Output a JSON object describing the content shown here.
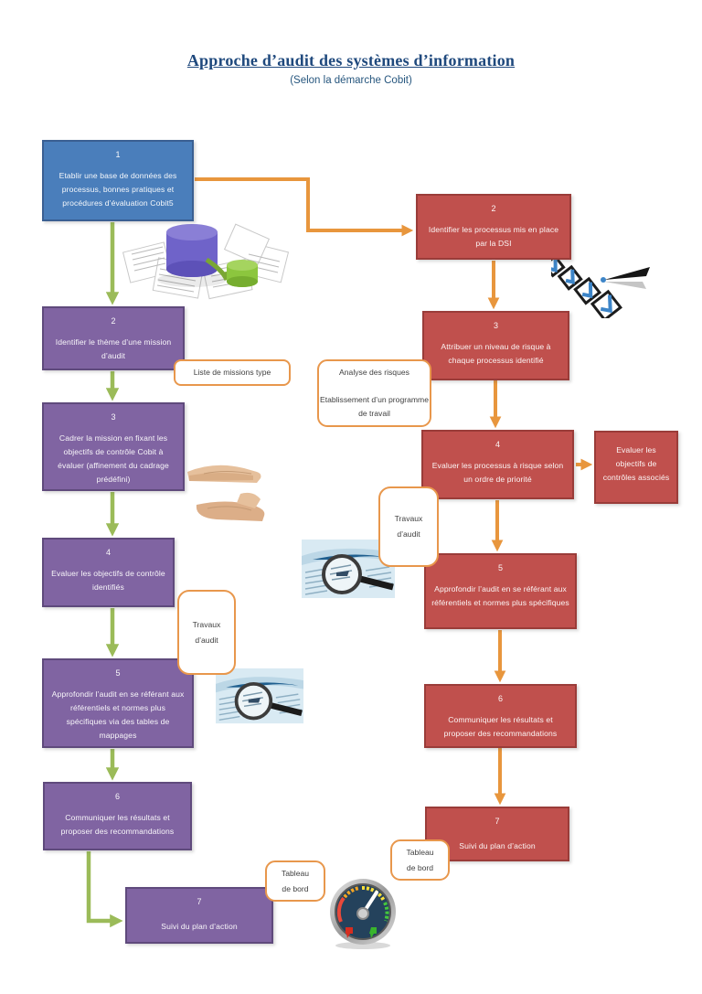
{
  "title": "Approche d’audit des systèmes d’information",
  "subtitle": "(Selon la démarche Cobit)",
  "left_flow": [
    {
      "num": "1",
      "text": "Etablir une base de données des processus, bonnes pratiques et procédures d’évaluation Cobit5"
    },
    {
      "num": "2",
      "text": "Identifier le thème d’une mission d’audit"
    },
    {
      "num": "3",
      "text": "Cadrer la mission en fixant les objectifs de contrôle Cobit à évaluer (affinement du cadrage prédéfini)"
    },
    {
      "num": "4",
      "text": "Evaluer les objectifs de contrôle identifiés"
    },
    {
      "num": "5",
      "text": "Approfondir l’audit en se référant aux référentiels et normes plus spécifiques via des tables de mappages"
    },
    {
      "num": "6",
      "text": "Communiquer les résultats et proposer des recommandations"
    },
    {
      "num": "7",
      "text": "Suivi du plan d’action"
    }
  ],
  "right_flow": [
    {
      "num": "2",
      "text": "Identifier les processus mis en place par la DSI"
    },
    {
      "num": "3",
      "text": "Attribuer un niveau de risque à chaque processus identifié"
    },
    {
      "num": "4",
      "text": "Evaluer les processus à risque selon un ordre de priorité"
    },
    {
      "num": "5",
      "text": "Approfondir l’audit en se référant aux référentiels et normes plus spécifiques"
    },
    {
      "num": "6",
      "text": "Communiquer les résultats et proposer des recommandations"
    },
    {
      "num": "7",
      "text": "Suivi du plan d’action"
    }
  ],
  "side_box": {
    "text": "Evaluer les objectifs de contrôles associés"
  },
  "callouts": {
    "liste_missions": "Liste de missions type",
    "analyse_line1": "Analyse des risques",
    "analyse_line2": "Etablissement d’un programme de travail",
    "travaux_line1": "Travaux",
    "travaux_line2": "d’audit",
    "tableau_line1": "Tableau",
    "tableau_line2": "de bord"
  },
  "colors": {
    "blue_box": "#4a7ebb",
    "purple_box": "#8064a2",
    "red_box": "#c0504d",
    "green_arrow": "#9bbb59",
    "orange_arrow": "#e8963d",
    "callout_border": "#e8974c",
    "title_text": "#1f497d"
  },
  "images": {
    "database": "database-clipart",
    "checklist": "checklist-pen-clipart",
    "hands": "framing-hands-clipart",
    "magnifier": "magnifier-document-clipart",
    "gauge": "dashboard-gauge-clipart"
  }
}
